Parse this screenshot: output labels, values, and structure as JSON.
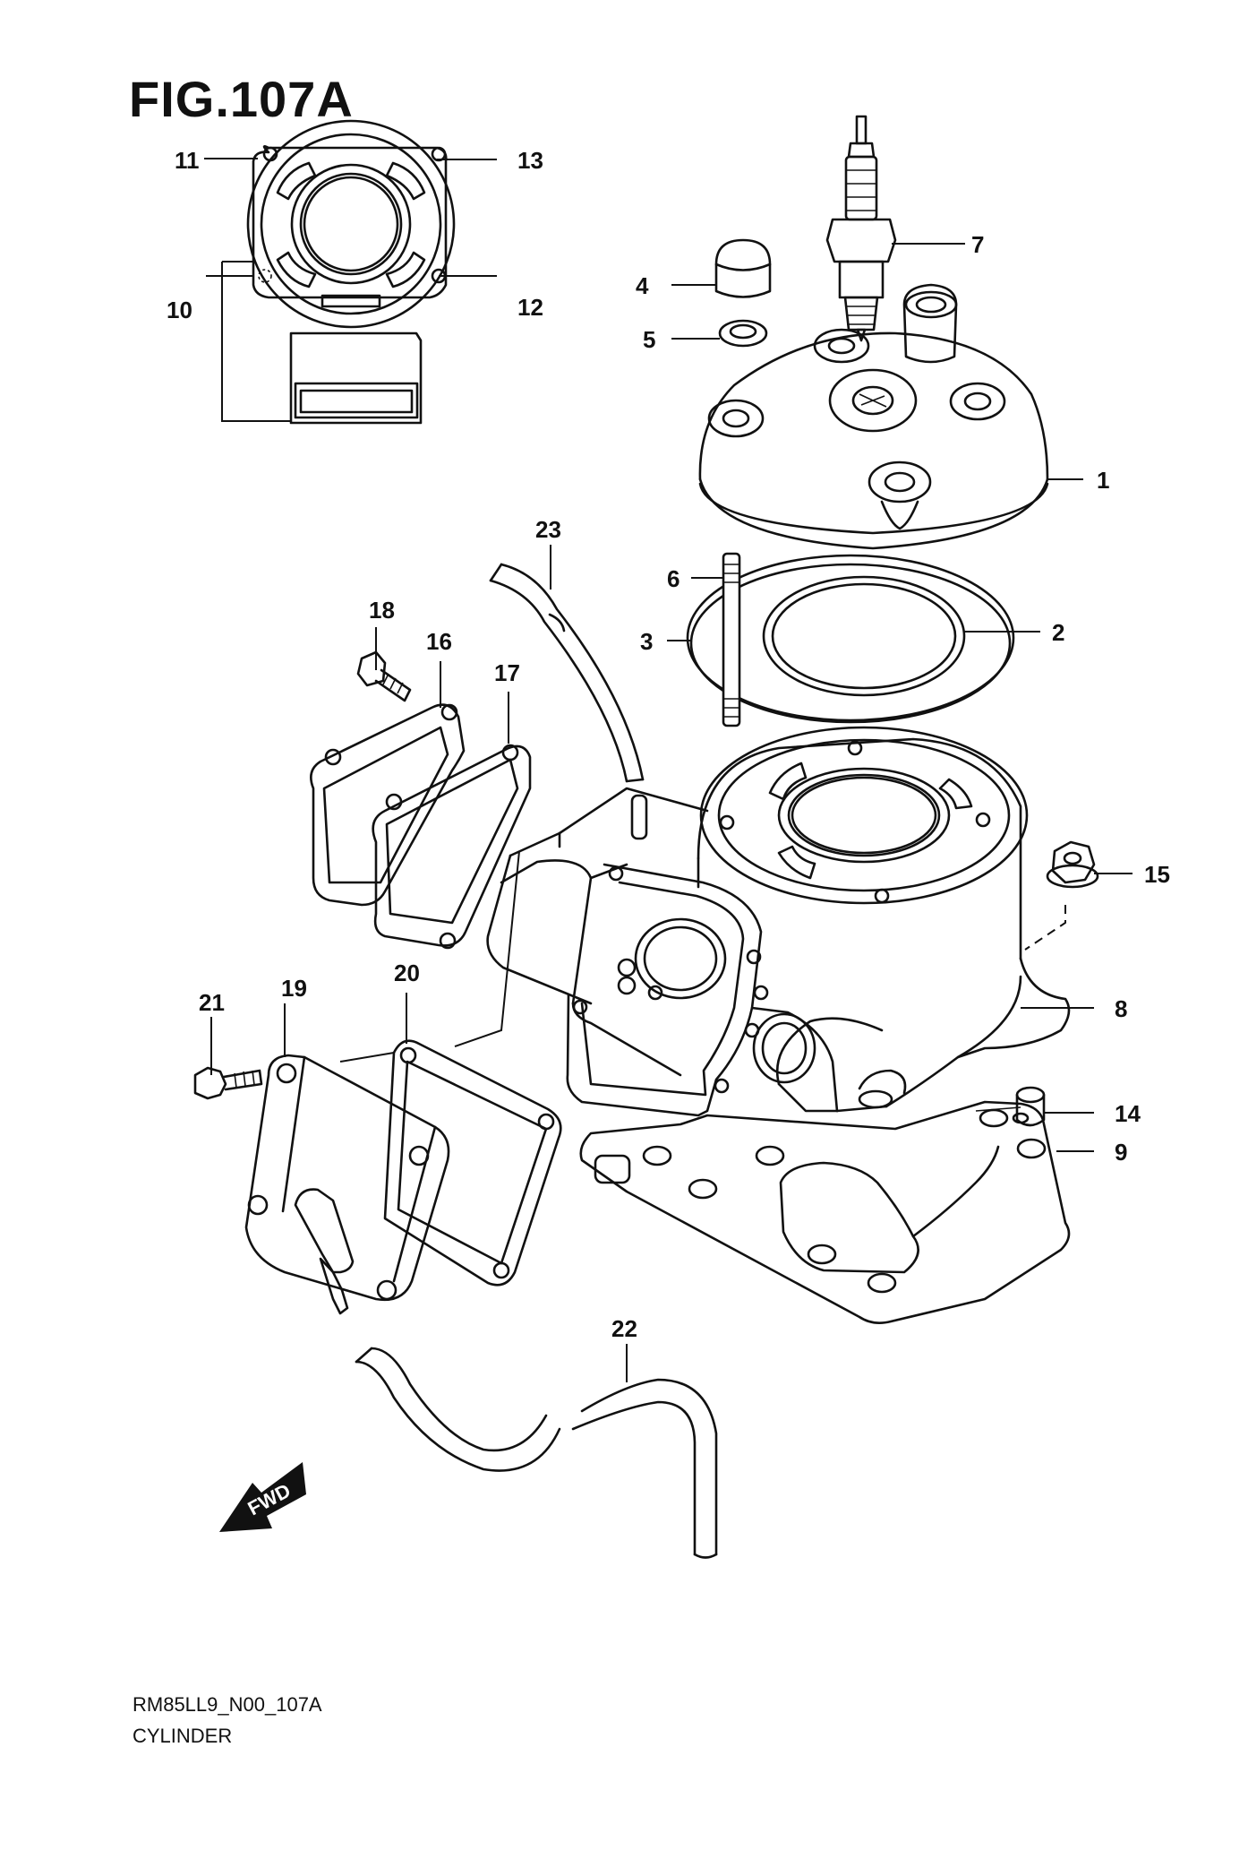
{
  "figure": {
    "title": "FIG.107A",
    "code": "RM85LL9_N00_107A",
    "name": "CYLINDER"
  },
  "direction_badge": {
    "label": "FWD",
    "icon": "forward-arrow-icon"
  },
  "callouts": {
    "c1": "1",
    "c2": "2",
    "c3": "3",
    "c4": "4",
    "c5": "5",
    "c6": "6",
    "c7": "7",
    "c8": "8",
    "c9": "9",
    "c10": "10",
    "c11": "11",
    "c12": "12",
    "c13": "13",
    "c14": "14",
    "c15": "15",
    "c16": "16",
    "c17": "17",
    "c18": "18",
    "c19": "19",
    "c20": "20",
    "c21": "21",
    "c22": "22",
    "c23": "23"
  }
}
